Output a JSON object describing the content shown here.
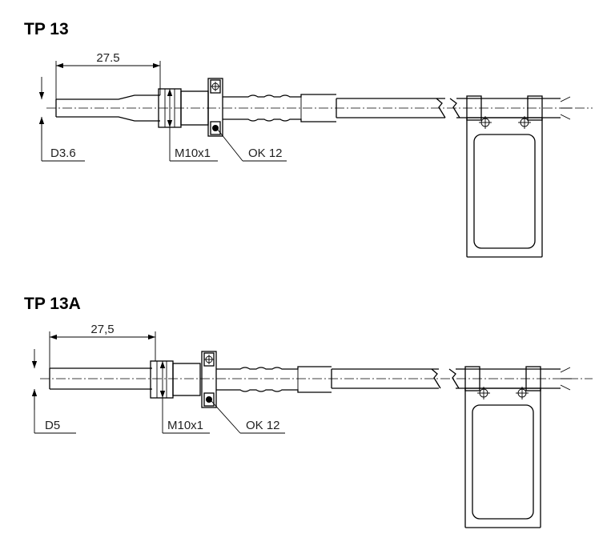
{
  "sections": [
    {
      "title": "TP 13",
      "dim_length": "27.5",
      "diameter": "D3.6",
      "thread": "M10x1",
      "wrench": "OK 12"
    },
    {
      "title": "TP 13A",
      "dim_length": "27,5",
      "diameter": "D5",
      "thread": "M10x1",
      "wrench": "OK 12"
    }
  ]
}
